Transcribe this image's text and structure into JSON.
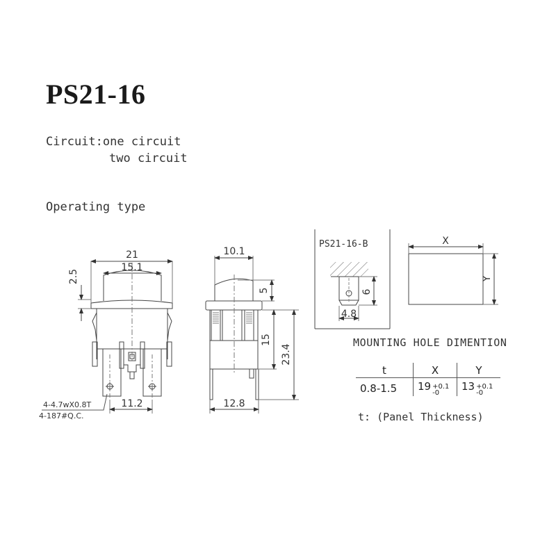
{
  "header": {
    "title": "PS21-16"
  },
  "circuit": {
    "line1": "Circuit:one circuit",
    "line2": "two circuit"
  },
  "operating_type": "Operating type",
  "front_view": {
    "dims": {
      "overall_width": "21",
      "cap_width": "15.1",
      "flange_height": "2.5",
      "terminal_pitch": "11.2"
    },
    "terminal_note": {
      "line1": "4-4.7wX0.8T",
      "line2": "4-187#Q.C."
    }
  },
  "side_view": {
    "dims": {
      "cap_width": "10.1",
      "cap_height": "5",
      "body_height": "15",
      "total_height": "23.4",
      "base_width": "12.8"
    }
  },
  "variant_b": {
    "label": "PS21-16-B",
    "dims": {
      "width": "4.8",
      "height": "6"
    }
  },
  "cutout": {
    "x_label": "X",
    "y_label": "Y"
  },
  "mounting_hole": {
    "title": "MOUNTING HOLE DIMENTION",
    "table": {
      "headers": [
        "t",
        "X",
        "Y"
      ],
      "rows": [
        {
          "t": "0.8-1.5",
          "x": "19",
          "x_tol_plus": "+0.1",
          "x_tol_minus": "-0",
          "y": "13",
          "y_tol_plus": "+0.1",
          "y_tol_minus": "-0"
        }
      ]
    },
    "note": "t: (Panel Thickness)"
  }
}
